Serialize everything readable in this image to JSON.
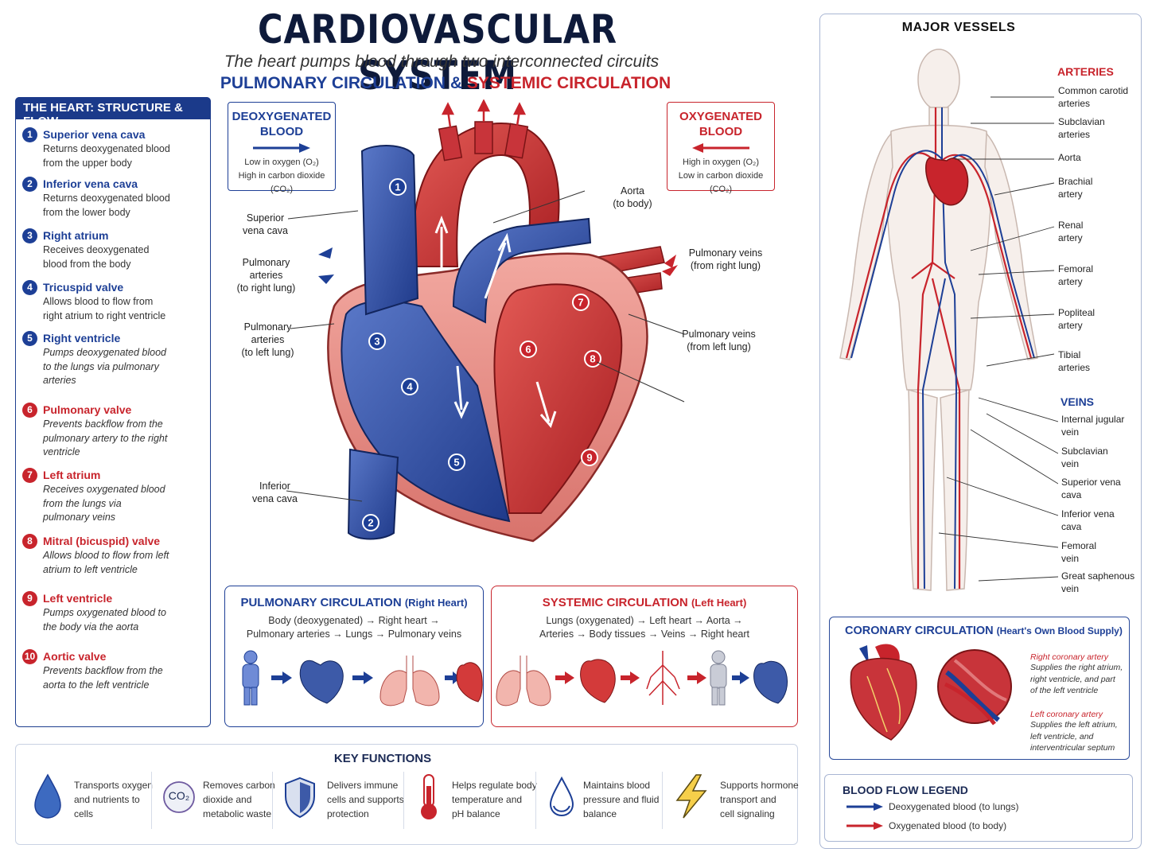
{
  "title": "CARDIOVASCULAR SYSTEM",
  "subtitle": "The heart pumps blood through two interconnected circuits",
  "circuits": {
    "pulmonary": "PULMONARY CIRCULATION",
    "amp": "&",
    "systemic": "SYSTEMIC CIRCULATION"
  },
  "heart_panel": {
    "heading": "THE HEART: STRUCTURE & FLOW",
    "steps": [
      {
        "num": "1",
        "title": "Superior vena cava",
        "desc": "Returns deoxygenated blood from the upper body",
        "color": "#1d3f96"
      },
      {
        "num": "2",
        "title": "Inferior vena cava",
        "desc": "Returns deoxygenated blood from the lower body",
        "color": "#1d3f96"
      },
      {
        "num": "3",
        "title": "Right atrium",
        "desc": "Receives deoxygenated blood from the body",
        "color": "#1d3f96"
      },
      {
        "num": "4",
        "title": "Tricuspid valve",
        "desc": "Allows blood to flow from right atrium to right ventricle",
        "color": "#1d3f96"
      },
      {
        "num": "5",
        "title": "Right ventricle",
        "desc": "Pumps deoxygenated blood to the lungs via pulmonary arteries",
        "color": "#1d3f96"
      },
      {
        "num": "6",
        "title": "Pulmonary valve",
        "desc": "Prevents backflow from the pulmonary artery to the right ventricle",
        "color": "#c8242c"
      },
      {
        "num": "7",
        "title": "Left atrium",
        "desc": "Receives oxygenated blood from the lungs via pulmonary veins",
        "color": "#c8242c"
      },
      {
        "num": "8",
        "title": "Mitral (bicuspid) valve",
        "desc": "Allows blood to flow from left atrium to left ventricle",
        "color": "#c8242c"
      },
      {
        "num": "9",
        "title": "Left ventricle",
        "desc": "Pumps oxygenated blood to the body via the aorta",
        "color": "#c8242c"
      },
      {
        "num": "10",
        "title": "Aortic valve",
        "desc": "Prevents backflow from the aorta to the left ventricle",
        "color": "#c8242c"
      }
    ]
  },
  "deoxy_box": {
    "title1": "DEOXYGENATED",
    "title2": "BLOOD",
    "line1": "Low in oxygen (O₂)",
    "line2": "High in carbon dioxide (CO₂)"
  },
  "oxy_box": {
    "title1": "OXYGENATED",
    "title2": "BLOOD",
    "line1": "High in oxygen (O₂)",
    "line2": "Low in carbon dioxide (CO₂)"
  },
  "heart_labels": {
    "svc": "Superior\nvena cava",
    "pa_right": "Pulmonary\narteries\n(to right lung)",
    "pa_left": "Pulmonary\narteries\n(to left lung)",
    "ivc": "Inferior\nvena cava",
    "aorta": "Aorta\n(to body)",
    "pv_right": "Pulmonary veins\n(from right lung)",
    "pv_left": "Pulmonary veins\n(from left lung)",
    "markers": [
      "1",
      "2",
      "3",
      "4",
      "5",
      "6",
      "7",
      "8",
      "9"
    ]
  },
  "pulmonary_box": {
    "title": "PULMONARY CIRCULATION",
    "sub": "(Right Heart)",
    "line1": "Body (deoxygenated)  →  Right heart  →",
    "line2": "Pulmonary arteries  →  Lungs  →  Pulmonary veins"
  },
  "systemic_box": {
    "title": "SYSTEMIC CIRCULATION",
    "sub": "(Left Heart)",
    "line1": "Lungs (oxygenated)  →  Left heart  →  Aorta  →",
    "line2": "Arteries  →  Body tissues  →  Veins  →  Right heart"
  },
  "key_functions": {
    "title": "KEY FUNCTIONS",
    "items": [
      {
        "icon": "water-drop-icon",
        "text": "Transports oxygen\nand nutrients to\ncells"
      },
      {
        "icon": "co2-icon",
        "icon_text": "CO₂",
        "text": "Removes carbon\ndioxide and\nmetabolic waste"
      },
      {
        "icon": "shield-icon",
        "text": "Delivers immune\ncells and supports\nprotection"
      },
      {
        "icon": "thermometer-icon",
        "text": "Helps regulate body\ntemperature and\npH balance"
      },
      {
        "icon": "fluid-drop-icon",
        "text": "Maintains blood\npressure and fluid\nbalance"
      },
      {
        "icon": "lightning-icon",
        "text": "Supports hormone\ntransport and\ncell signaling"
      }
    ]
  },
  "major_vessels": {
    "title": "MAJOR VESSELS",
    "arteries_heading": "ARTERIES",
    "arteries": [
      "Common carotid\narteries",
      "Subclavian\narteries",
      "Aorta",
      "Brachial\nartery",
      "Renal\nartery",
      "Femoral\nartery",
      "Popliteal\nartery",
      "Tibial\narteries"
    ],
    "veins_heading": "VEINS",
    "veins": [
      "Internal jugular\nvein",
      "Subclavian\nvein",
      "Superior vena\ncava",
      "Inferior vena\ncava",
      "Femoral\nvein",
      "Great saphenous\nvein"
    ]
  },
  "coronary": {
    "title": "CORONARY CIRCULATION",
    "sub": "(Heart's Own Blood Supply)",
    "rca_title": "Right coronary artery",
    "rca_desc": "Supplies the right atrium,\nright ventricle, and part\nof the left ventricle",
    "lca_title": "Left coronary artery",
    "lca_desc": "Supplies the left atrium,\nleft ventricle, and\ninterventricular septum"
  },
  "legend": {
    "title": "BLOOD FLOW LEGEND",
    "deoxy": "Deoxygenated blood  (to lungs)",
    "oxy": "Oxygenated blood  (to body)"
  },
  "colors": {
    "blue": "#1d3f96",
    "red": "#c8242c",
    "navy": "#0e1a3a"
  }
}
